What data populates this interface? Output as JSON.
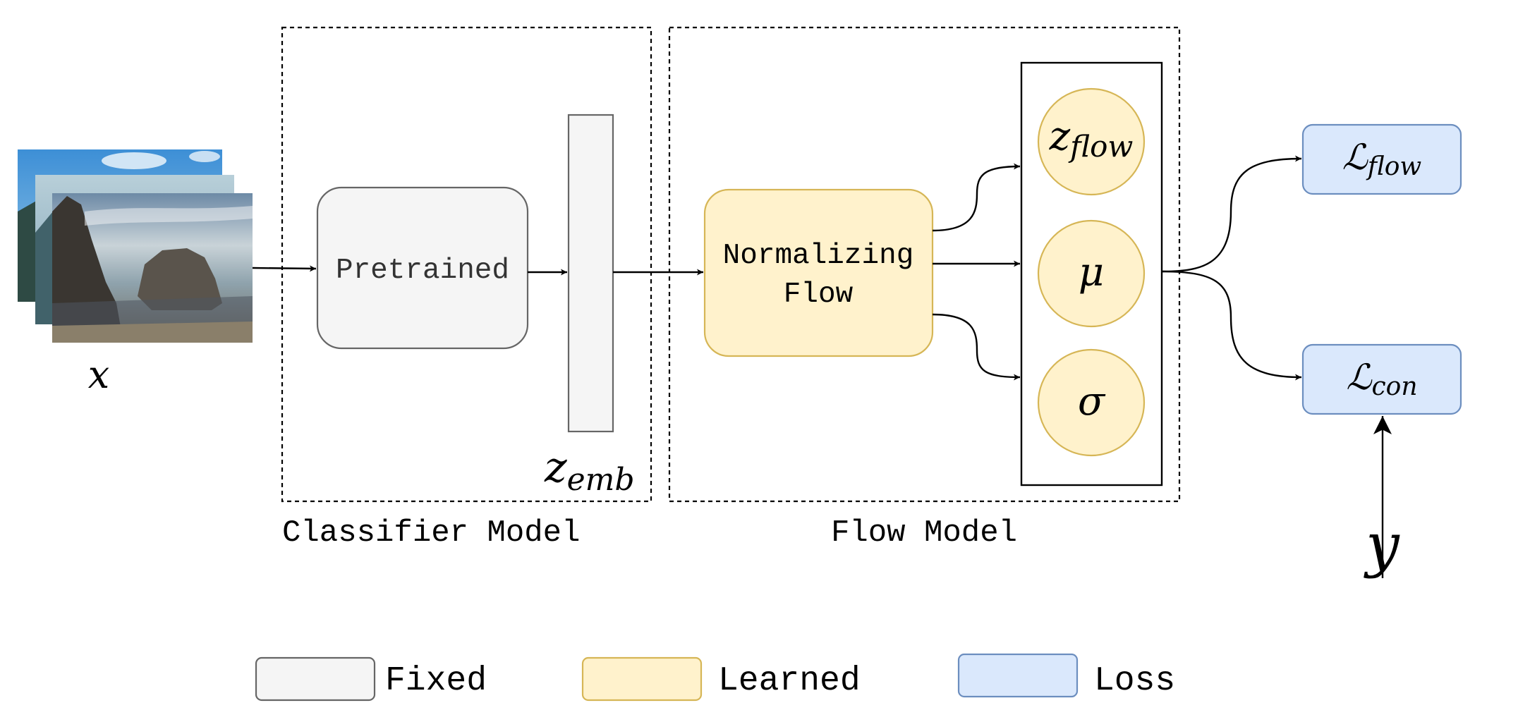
{
  "input": {
    "label": "x"
  },
  "classifier": {
    "group_label": "Classifier Model",
    "pretrained_label": "Pretrained",
    "embedding_main": "z",
    "embedding_sub": "emb"
  },
  "flow": {
    "group_label": "Flow Model",
    "nf_line1": "Normalizing",
    "nf_line2": "Flow",
    "zflow_main": "z",
    "zflow_sub": "flow",
    "mu_label": "μ",
    "sigma_label": "σ"
  },
  "losses": {
    "flow_main": "ℒ",
    "flow_sub": "flow",
    "con_main": "ℒ",
    "con_sub": "con",
    "target_label": "y"
  },
  "legend": {
    "fixed": "Fixed",
    "learned": "Learned",
    "loss": "Loss"
  },
  "colors": {
    "fixed_fill": "#f5f5f5",
    "fixed_stroke": "#666666",
    "learned_fill": "#fff2cc",
    "learned_stroke": "#d6b656",
    "loss_fill": "#dae8fc",
    "loss_stroke": "#6c8ebf"
  }
}
